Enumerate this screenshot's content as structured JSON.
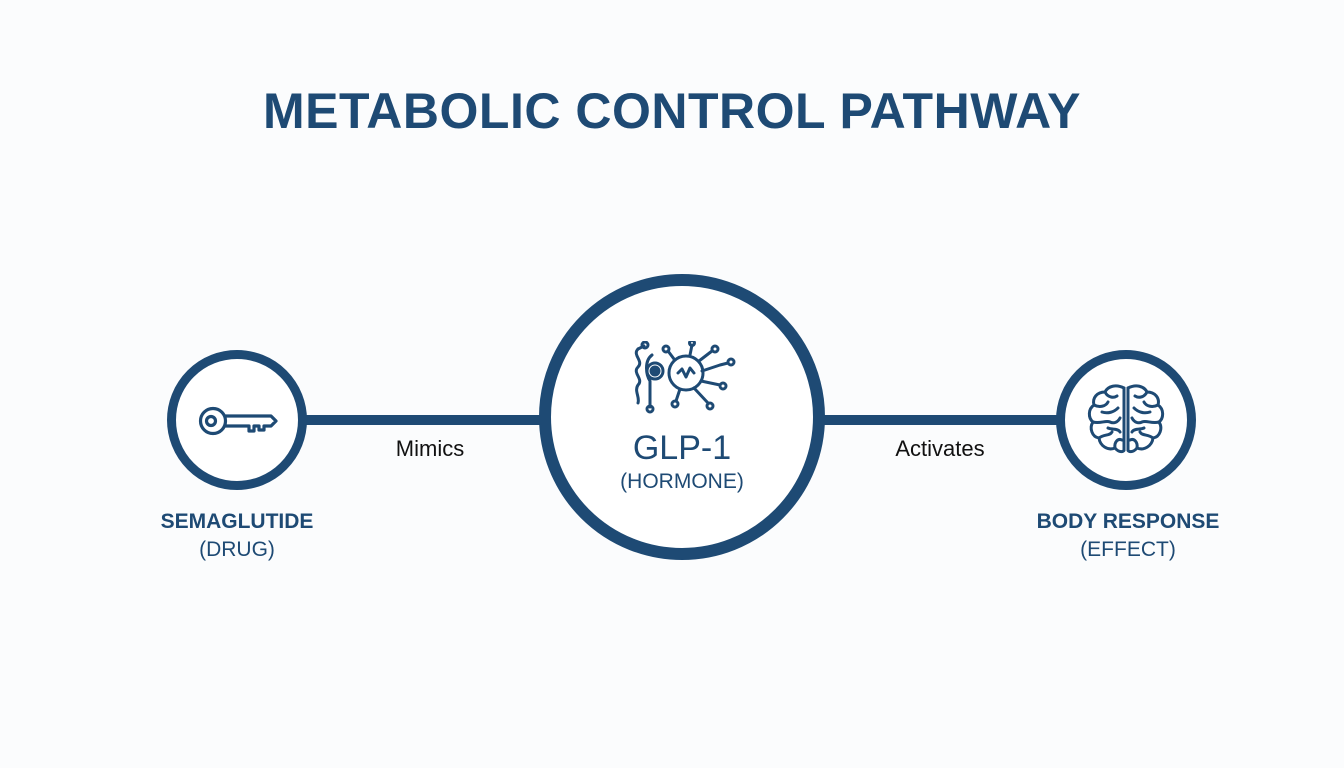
{
  "title": "METABOLIC CONTROL PATHWAY",
  "colors": {
    "primary": "#1e4a74",
    "background": "#fbfcfd",
    "edge_text": "#111111"
  },
  "nodes": {
    "drug": {
      "icon": "key-icon",
      "label": "SEMAGLUTIDE",
      "sublabel": "(DRUG)"
    },
    "hormone": {
      "icon": "molecule-receptor-icon",
      "label": "GLP-1",
      "sublabel": "(HORMONE)"
    },
    "effect": {
      "icon": "brain-icon",
      "label": "BODY RESPONSE",
      "sublabel": "(EFFECT)"
    }
  },
  "edges": {
    "drug_to_hormone": "Mimics",
    "hormone_to_effect": "Activates"
  }
}
